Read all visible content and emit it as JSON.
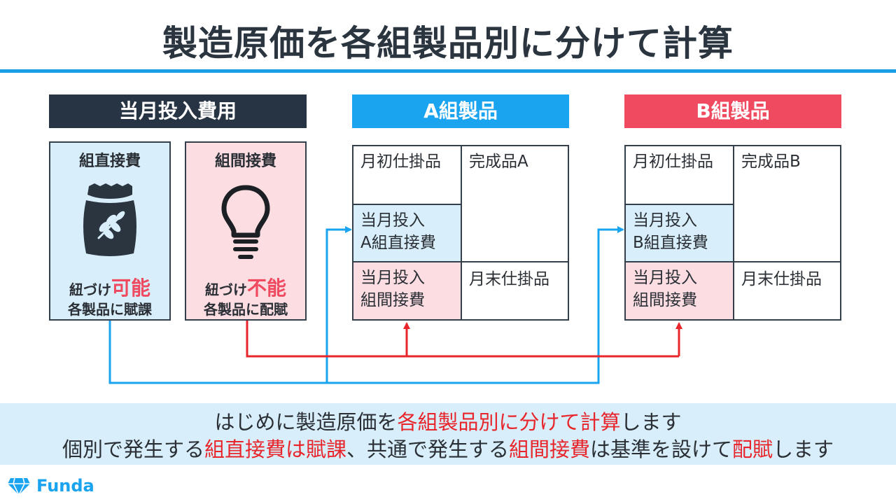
{
  "title": "製造原価を各組製品別に分けて計算",
  "headers": {
    "cost": "当月投入費用",
    "product_a": "A組製品",
    "product_b": "B組製品"
  },
  "cards": {
    "direct": {
      "title": "組直接費",
      "line1_prefix": "紐づけ",
      "line1_emphasis": "可能",
      "line2": "各製品に賦課",
      "icon": "grain-sack-icon"
    },
    "indirect": {
      "title": "組間接費",
      "line1_prefix": "紐づけ",
      "line1_emphasis": "不能",
      "line2": "各製品に配賦",
      "icon": "lightbulb-icon"
    }
  },
  "box_a": {
    "begin_wip": "月初仕掛品",
    "direct_line1": "当月投入",
    "direct_line2": "A組直接費",
    "indirect_line1": "当月投入",
    "indirect_line2": "組間接費",
    "completed": "完成品A",
    "end_wip": "月末仕掛品"
  },
  "box_b": {
    "begin_wip": "月初仕掛品",
    "direct_line1": "当月投入",
    "direct_line2": "B組直接費",
    "indirect_line1": "当月投入",
    "indirect_line2": "組間接費",
    "completed": "完成品B",
    "end_wip": "月末仕掛品"
  },
  "summary": {
    "line1": [
      {
        "text": "はじめに製造原価を",
        "red": false
      },
      {
        "text": "各組製品別に分けて計算",
        "red": true
      },
      {
        "text": "します",
        "red": false
      }
    ],
    "line2": [
      {
        "text": "個別で発生する",
        "red": false
      },
      {
        "text": "組直接費は賦課",
        "red": true
      },
      {
        "text": "、共通で発生する",
        "red": false
      },
      {
        "text": "組間接費",
        "red": true
      },
      {
        "text": "は基準を設けて",
        "red": false
      },
      {
        "text": "配賦",
        "red": true
      },
      {
        "text": "します",
        "red": false
      }
    ]
  },
  "logo": {
    "text": "Funda"
  },
  "colors": {
    "accent_blue": "#1aa3ef",
    "accent_red": "#ef4a5f",
    "dark_navy": "#273443",
    "light_blue": "#d8eefa",
    "light_pink": "#fbdde2",
    "emphasis_red": "#e8252b"
  }
}
